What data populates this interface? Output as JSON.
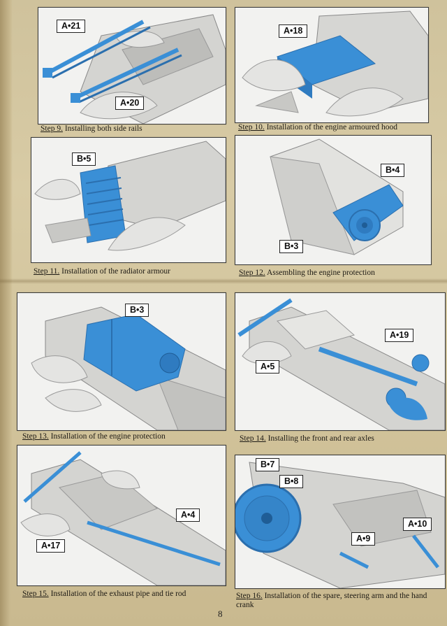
{
  "page_number": "8",
  "colors": {
    "part_blue": "#3a8fd6",
    "model_grey": "#cfcfcc",
    "paper": "#d3c59d"
  },
  "steps": [
    {
      "step": "Step 9.",
      "text": "Installing both side rails",
      "parts": [
        "A•21",
        "A•20"
      ]
    },
    {
      "step": "Step 10.",
      "text": "Installation of the engine armoured hood",
      "parts": [
        "A•18"
      ]
    },
    {
      "step": "Step 11.",
      "text": "Installation of the radiator armour",
      "parts": [
        "B•5"
      ]
    },
    {
      "step": "Step 12.",
      "text": "Assembling the engine protection",
      "parts": [
        "B•4",
        "B•3"
      ]
    },
    {
      "step": "Step 13.",
      "text": "Installation of the engine protection",
      "parts": [
        "B•3"
      ]
    },
    {
      "step": "Step 14.",
      "text": "Installing the front and rear axles",
      "parts": [
        "A•19",
        "A•5"
      ]
    },
    {
      "step": "Step 15.",
      "text": "Installation of the exhaust pipe and tie rod",
      "parts": [
        "A•4",
        "A•17"
      ]
    },
    {
      "step": "Step 16.",
      "text": "Installation of the spare, steering arm and the hand crank",
      "parts": [
        "B•7",
        "B•8",
        "A•10",
        "A•9"
      ]
    }
  ]
}
